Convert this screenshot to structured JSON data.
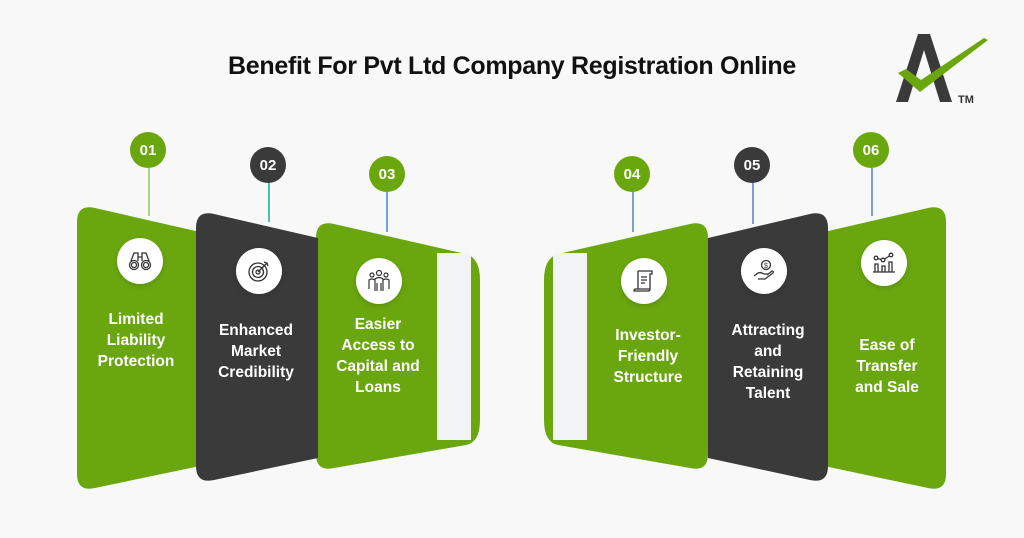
{
  "title": "Benefit For Pvt Ltd Company Registration Online",
  "logo": {
    "name": "A-checkmark-logo",
    "trademark": "TM"
  },
  "colors": {
    "green": "#6aa70f",
    "dark": "#3a3a3a",
    "background": "#f8f8f8",
    "strip": "#f2f3f5"
  },
  "benefits": [
    {
      "number": "01",
      "label": "Limited\nLiability\nProtection",
      "icon": "binoculars-icon",
      "color": "green"
    },
    {
      "number": "02",
      "label": "Enhanced\nMarket\nCredibility",
      "icon": "target-icon",
      "color": "dark"
    },
    {
      "number": "03",
      "label": "Easier\nAccess to\nCapital and\nLoans",
      "icon": "team-icon",
      "color": "green"
    },
    {
      "number": "04",
      "label": "Investor-\nFriendly\nStructure",
      "icon": "document-scroll-icon",
      "color": "green"
    },
    {
      "number": "05",
      "label": "Attracting\nand\nRetaining\nTalent",
      "icon": "hand-coin-icon",
      "color": "dark"
    },
    {
      "number": "06",
      "label": "Ease of\nTransfer\nand Sale",
      "icon": "bar-chart-growth-icon",
      "color": "green"
    }
  ]
}
